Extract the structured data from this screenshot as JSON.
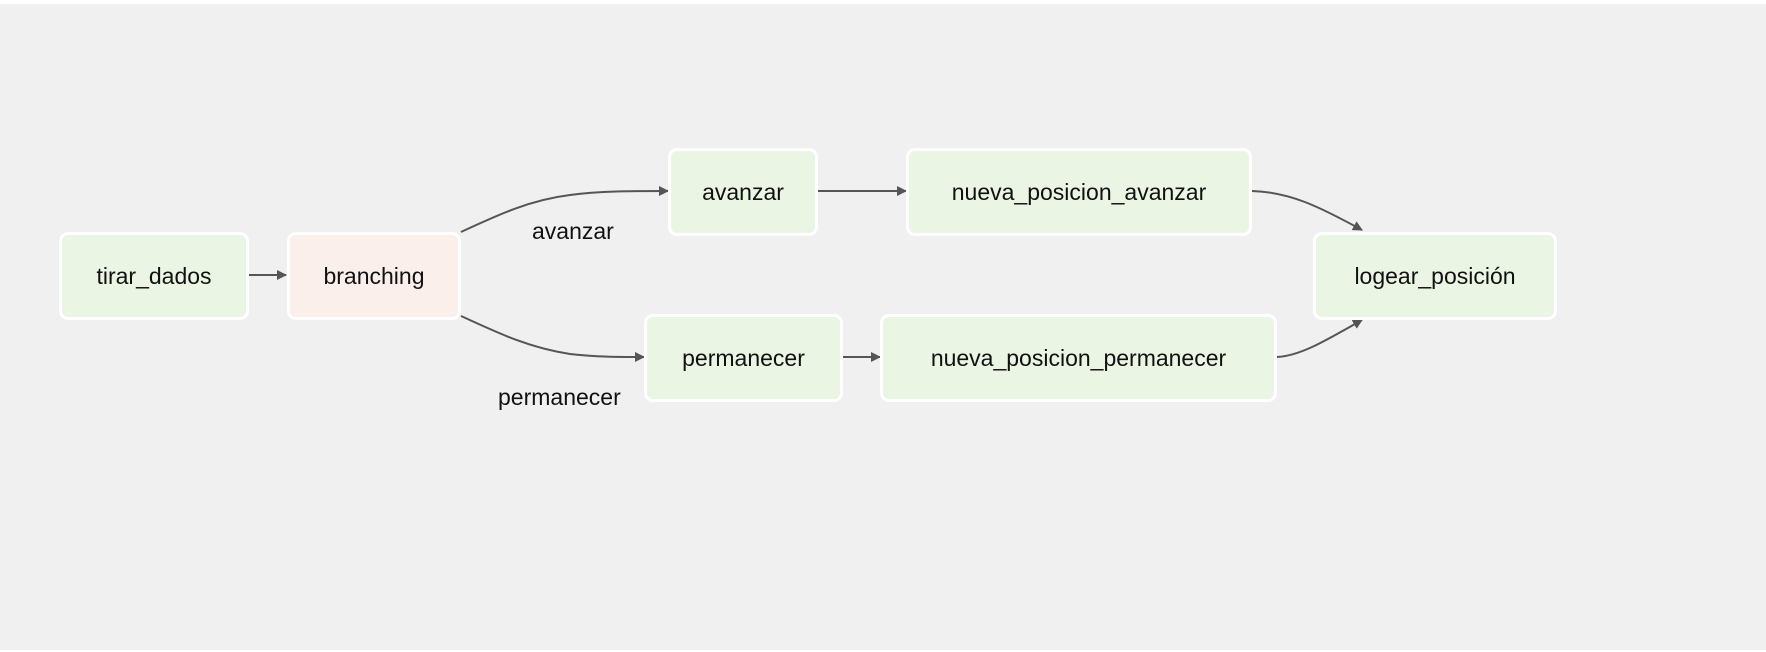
{
  "graph": {
    "nodes": {
      "tirar_dados": {
        "label": "tirar_dados",
        "state": "success",
        "color": "#ebf5e4"
      },
      "branching": {
        "label": "branching",
        "state": "skipped",
        "color": "#fbefec"
      },
      "avanzar": {
        "label": "avanzar",
        "state": "success",
        "color": "#ebf5e4"
      },
      "permanecer": {
        "label": "permanecer",
        "state": "success",
        "color": "#ebf5e4"
      },
      "nueva_posicion_avanzar": {
        "label": "nueva_posicion_avanzar",
        "state": "success",
        "color": "#ebf5e4"
      },
      "nueva_posicion_permanecer": {
        "label": "nueva_posicion_permanecer",
        "state": "success",
        "color": "#ebf5e4"
      },
      "logear_posicion": {
        "label": "logear_posición",
        "state": "success",
        "color": "#ebf5e4"
      }
    },
    "edges": [
      {
        "from": "tirar_dados",
        "to": "branching",
        "label": ""
      },
      {
        "from": "branching",
        "to": "avanzar",
        "label": "avanzar"
      },
      {
        "from": "branching",
        "to": "permanecer",
        "label": "permanecer"
      },
      {
        "from": "avanzar",
        "to": "nueva_posicion_avanzar",
        "label": ""
      },
      {
        "from": "permanecer",
        "to": "nueva_posicion_permanecer",
        "label": ""
      },
      {
        "from": "nueva_posicion_avanzar",
        "to": "logear_posicion",
        "label": ""
      },
      {
        "from": "nueva_posicion_permanecer",
        "to": "logear_posicion",
        "label": ""
      }
    ]
  },
  "colors": {
    "canvas_background": "#f0f0f0",
    "edge": "#555555",
    "node_border": "#ffffff"
  }
}
